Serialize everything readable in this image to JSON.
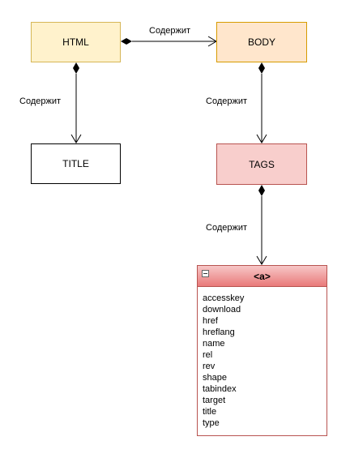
{
  "nodes": {
    "html": {
      "label": "HTML",
      "fill": "#fff2cc",
      "stroke": "#d6b656"
    },
    "body": {
      "label": "BODY",
      "fill": "#ffe6cc",
      "stroke": "#d79b00"
    },
    "title": {
      "label": "TITLE",
      "fill": "#ffffff",
      "stroke": "#000000"
    },
    "tags": {
      "label": "TAGS",
      "fill": "#f8cecc",
      "stroke": "#b85450"
    }
  },
  "edges": {
    "html_body": "Содержит",
    "html_title": "Содержит",
    "body_tags": "Содержит",
    "tags_a": "Содержит"
  },
  "a_class": {
    "title": "<a>",
    "header_color": "#ea6b66",
    "attributes": [
      "accesskey",
      "download",
      "href",
      "hreflang",
      "name",
      "rel",
      "rev",
      "shape",
      "tabindex",
      "target",
      "title",
      "type"
    ]
  }
}
